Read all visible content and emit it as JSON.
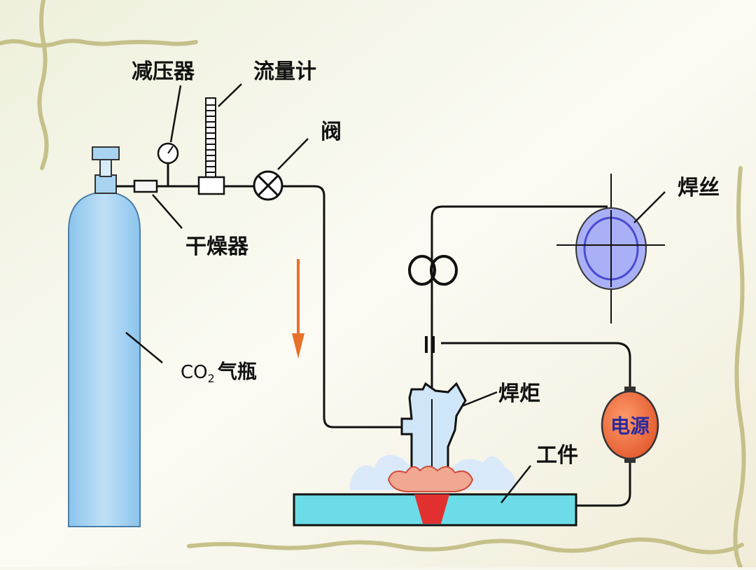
{
  "labels": {
    "regulator": "减压器",
    "flowmeter": "流量计",
    "valve": "阀",
    "dryer": "干燥器",
    "cylinder_prefix": "CO",
    "cylinder_subscript": "2",
    "cylinder_suffix": "气瓶",
    "wire": "焊丝",
    "torch": "焊炬",
    "power": "电源",
    "workpiece": "工件"
  },
  "colors": {
    "cylinder": "#a8d4f2",
    "workpiece": "#6cdde8",
    "arrow": "#e8702a",
    "power_fill": "#f07040",
    "power_text": "#2a2aa0",
    "spool": "#aab0f5",
    "weld": "#e23030",
    "pipe": "#111111"
  },
  "icons": {
    "gas_flow_direction": "down-arrow-icon",
    "valve": "valve-cross-icon",
    "pressure_gauge": "gauge-icon"
  }
}
